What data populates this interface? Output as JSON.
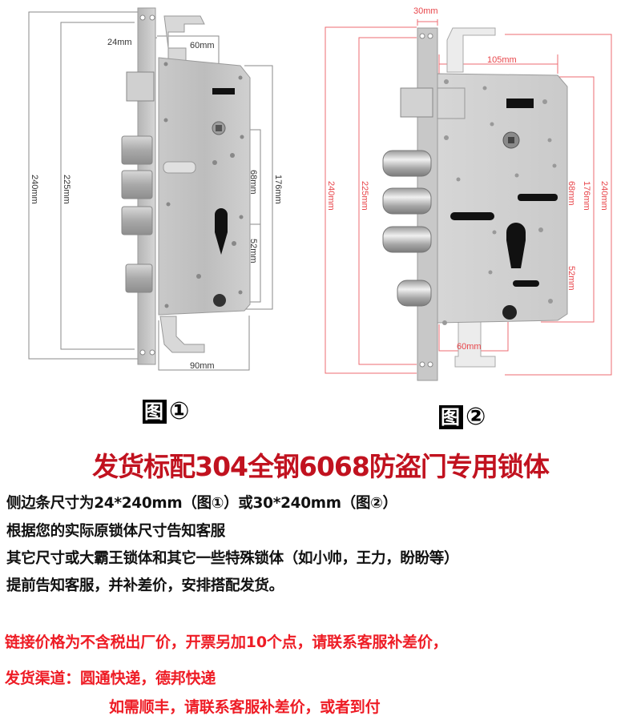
{
  "figure1": {
    "caption_prefix": "图",
    "caption_number": "①",
    "dimension_color": "#888888",
    "dimensions": {
      "faceplate_width": "24mm",
      "backset": "60mm",
      "total_height": "240mm",
      "screw_spacing": "225mm",
      "case_height": "176mm",
      "handle_to_cylinder": "68mm",
      "cylinder_to_screw": "52mm",
      "case_width": "90mm"
    }
  },
  "figure2": {
    "caption_prefix": "图",
    "caption_number": "②",
    "dimension_color": "#e8454a",
    "dimensions": {
      "faceplate_width": "30mm",
      "case_width": "105mm",
      "total_height_left": "240mm",
      "screw_spacing": "225mm",
      "handle_to_cylinder": "68mm",
      "case_height": "176mm",
      "total_height_right": "240mm",
      "cylinder_to_screw": "52mm",
      "backset": "60mm"
    }
  },
  "headline": "发货标配304全钢6068防盗门专用锁体",
  "info_lines": [
    "侧边条尺寸为24*240mm（图①）或30*240mm（图②）",
    "根据您的实际原锁体尺寸告知客服",
    "其它尺寸或大霸王锁体和其它一些特殊锁体（如小帅，王力，盼盼等）",
    "提前告知客服，并补差价，安排搭配发货。"
  ],
  "notices": [
    "链接价格为不含税出厂价，开票另加10个点，请联系客服补差价，",
    "发货渠道：圆通快递，德邦快递",
    "如需顺丰，请联系客服补差价，或者到付"
  ],
  "colors": {
    "headline": "#c1121f",
    "notice": "#ee1c25",
    "info": "#111111"
  }
}
